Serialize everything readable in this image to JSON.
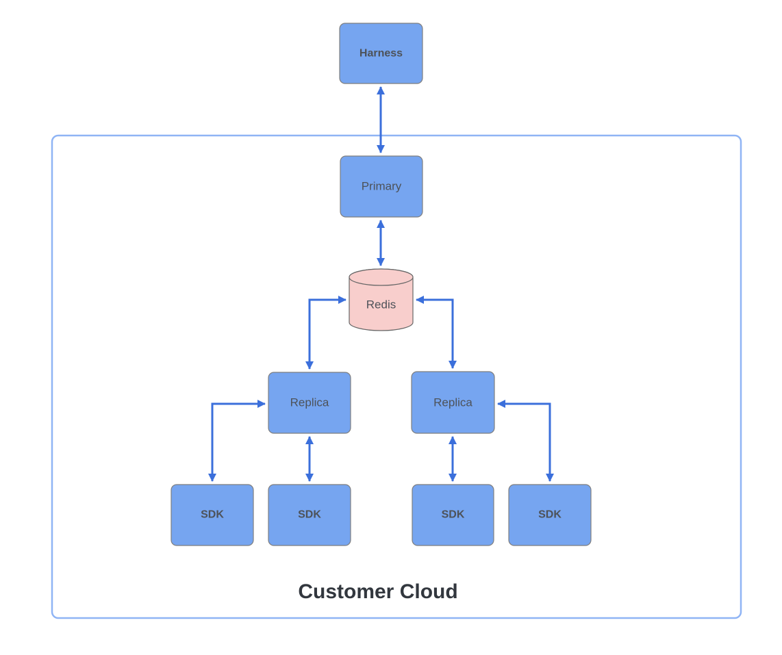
{
  "diagram": {
    "container": {
      "label": "Customer Cloud"
    },
    "nodes": {
      "harness": {
        "label": "Harness"
      },
      "primary": {
        "label": "Primary"
      },
      "redis": {
        "label": "Redis"
      },
      "replica_left": {
        "label": "Replica"
      },
      "replica_right": {
        "label": "Replica"
      },
      "sdk_1": {
        "label": "SDK"
      },
      "sdk_2": {
        "label": "SDK"
      },
      "sdk_3": {
        "label": "SDK"
      },
      "sdk_4": {
        "label": "SDK"
      }
    },
    "colors": {
      "node_fill": "#76A5F0",
      "node_stroke": "#7E7E7E",
      "redis_fill": "#F8CECC",
      "redis_stroke": "#666666",
      "arrow": "#3B6FDB",
      "container_border": "#8FB4F5",
      "node_label": "#4D5259",
      "title_text": "#32373E",
      "background": "#FFFFFF"
    }
  }
}
